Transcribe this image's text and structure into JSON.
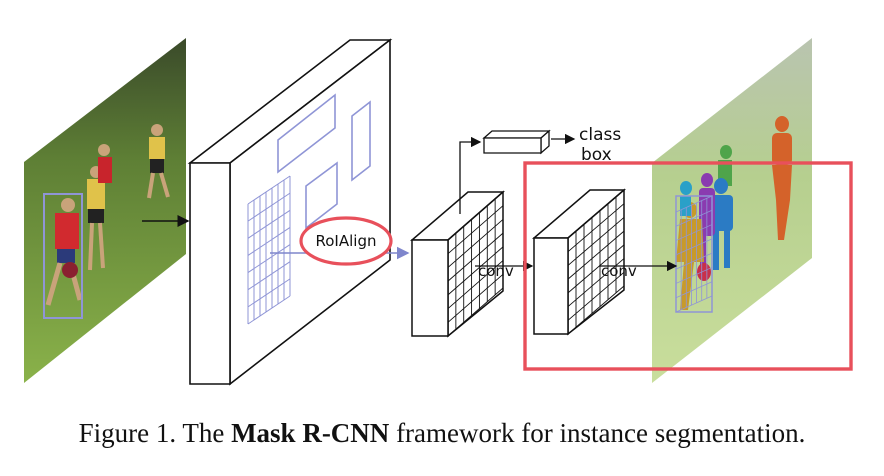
{
  "diagram": {
    "labels": {
      "roi_align": "RoIAlign",
      "class_label": "class",
      "box_label": "box",
      "conv_1": "conv",
      "conv_2": "conv"
    },
    "colors": {
      "grid_blue": "#8f95d6",
      "highlight_red": "#e8505b",
      "arrow_blue": "#7f86cc",
      "field_green": "#6f9a3c"
    }
  },
  "caption": {
    "prefix": "Figure 1. The ",
    "bold": "Mask R-CNN",
    "suffix": " framework for instance segmentation."
  }
}
